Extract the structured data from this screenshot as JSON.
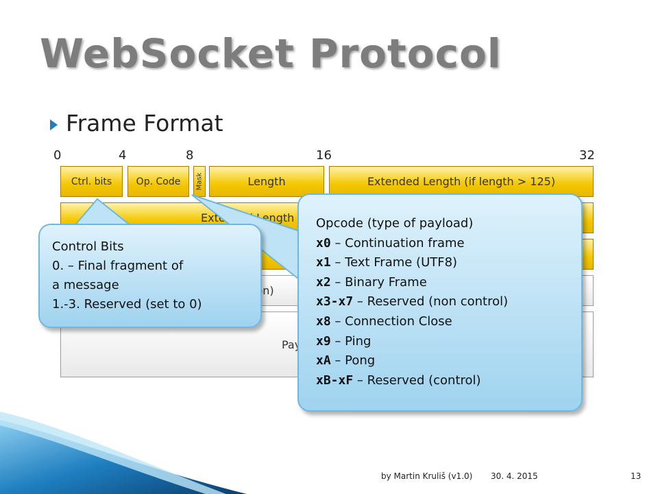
{
  "slide": {
    "title": "WebSocket Protocol",
    "bullet": "Frame Format",
    "ticks": [
      "0",
      "4",
      "8",
      "16",
      "32"
    ]
  },
  "frame": {
    "row1": {
      "ctrl_bits": "Ctrl. bits",
      "op_code": "Op. Code",
      "mask": "Mask",
      "length": "Length",
      "extended_length": "Extended Length (if length > 125)"
    },
    "row2_text": "Extended Length",
    "row4_text": "ion)",
    "payload_text": "Pay"
  },
  "callout_control": {
    "lines": [
      "Control Bits",
      "0. – Final fragment of",
      "a message",
      "1.-3. Reserved (set to 0)"
    ]
  },
  "callout_opcode": {
    "heading": "Opcode (type of payload)",
    "items": [
      {
        "code": "x0",
        "desc": " – Continuation frame"
      },
      {
        "code": "x1",
        "desc": " – Text Frame (UTF8)"
      },
      {
        "code": "x2",
        "desc": " – Binary Frame"
      },
      {
        "code": "x3-x7",
        "desc": " – Reserved (non control)"
      },
      {
        "code": "x8",
        "desc": " – Connection Close"
      },
      {
        "code": "x9",
        "desc": " – Ping"
      },
      {
        "code": "xA",
        "desc": " – Pong"
      },
      {
        "code": "xB-xF",
        "desc": " – Reserved (control)"
      }
    ]
  },
  "footer": {
    "author": "by Martin Kruliš (v1.0)",
    "date": "30. 4. 2015",
    "page": "13"
  },
  "colors": {
    "title": "#7d7d7d",
    "bullet": "#1c7fc2",
    "field": "#f3c700",
    "callout": "#9fd3ef"
  }
}
